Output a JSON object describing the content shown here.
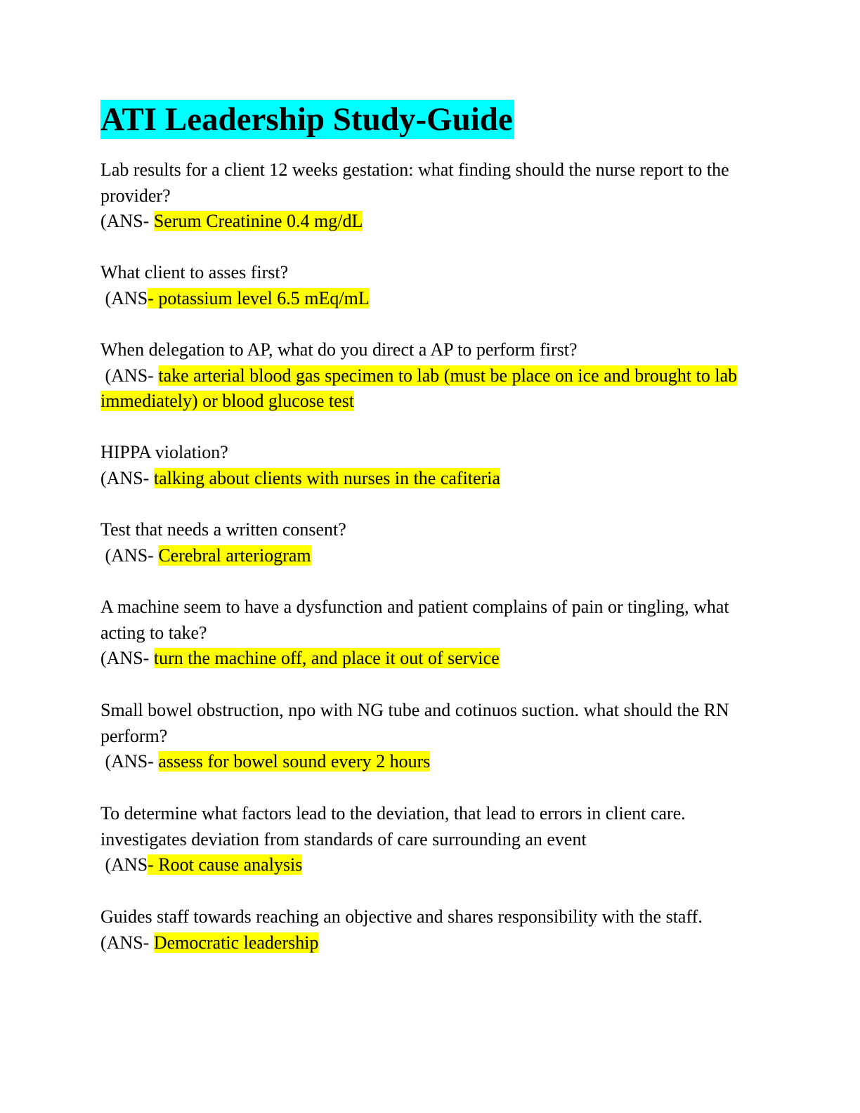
{
  "document": {
    "title": "ATI Leadership Study-Guide",
    "highlight_colors": {
      "title": "#00ffff",
      "answer": "#ffff00"
    }
  },
  "qa": [
    {
      "question": "Lab results for a client 12 weeks gestation: what finding should the nurse report to the provider?",
      "prefix": "(ANS- ",
      "answer": "Serum Creatinine 0.4 mg/dL"
    },
    {
      "question": "What client to asses first?",
      "prefix": " (ANS",
      "answer": "- potassium level 6.5 mEq/mL"
    },
    {
      "question": "When delegation to AP, what do you direct a AP to perform first?",
      "prefix": " (ANS- ",
      "answer": "take arterial blood gas specimen to lab (must be place on ice and brought to lab immediately) or blood glucose test"
    },
    {
      "question": "HIPPA violation?",
      "prefix": "(ANS- ",
      "answer": "talking about clients with nurses in the cafiteria"
    },
    {
      "question": "Test that needs a written consent?",
      "prefix": " (ANS- ",
      "answer": "Cerebral arteriogram"
    },
    {
      "question": "A machine seem to have a dysfunction and patient complains of pain or tingling, what acting to take?",
      "prefix": "(ANS- ",
      "answer": "turn the machine off, and place it out of service"
    },
    {
      "question": "Small bowel obstruction, npo with NG tube and cotinuos suction. what should the RN perform?",
      "prefix": " (ANS- ",
      "answer": "assess for bowel sound every 2 hours"
    },
    {
      "question": "To determine what factors lead to the deviation, that lead to errors in client care. investigates deviation from standards of care surrounding an event",
      "prefix": " (ANS",
      "answer": "- Root cause analysis"
    },
    {
      "question": "Guides staff towards reaching an objective and shares responsibility with the staff.",
      "prefix": "(ANS- ",
      "answer": "Democratic leadership"
    }
  ]
}
